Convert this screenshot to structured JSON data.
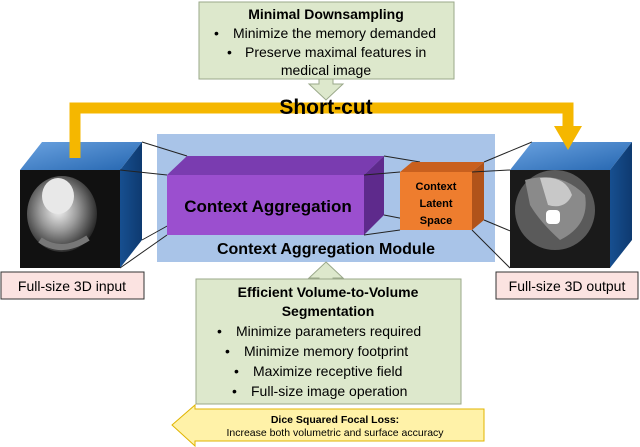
{
  "top_box": {
    "title": "Minimal Downsampling",
    "bullets": [
      "Minimize the memory demanded",
      "Preserve maximal features in",
      "medical image"
    ]
  },
  "shortcut_label": "Short-cut",
  "module": {
    "context_aggregation_label": "Context Aggregation",
    "latent_space_lines": [
      "Context",
      "Latent",
      "Space"
    ],
    "module_label": "Context Aggregation Module"
  },
  "input_label": "Full-size 3D input",
  "output_label": "Full-size 3D output",
  "bottom_box": {
    "title_lines": [
      "Efficient Volume-to-Volume",
      "Segmentation"
    ],
    "bullets": [
      "Minimize parameters required",
      "Minimize memory footprint",
      "Maximize receptive field",
      "Full-size image operation"
    ]
  },
  "loss_box": {
    "title": "Dice Squared Focal Loss:",
    "subtitle": "Increase both volumetric and surface accuracy"
  },
  "colors": {
    "note_box_fill": "#dde8cc",
    "shortcut_arrow": "#f5b700",
    "module_bg": "#a9c4e8",
    "context_aggregation": "#9b4fcf",
    "latent_space": "#ee7d2e",
    "cube_blue": "#1f5fa8",
    "label_box_fill": "#fbe3e1",
    "loss_box_fill": "#fff2a8"
  }
}
